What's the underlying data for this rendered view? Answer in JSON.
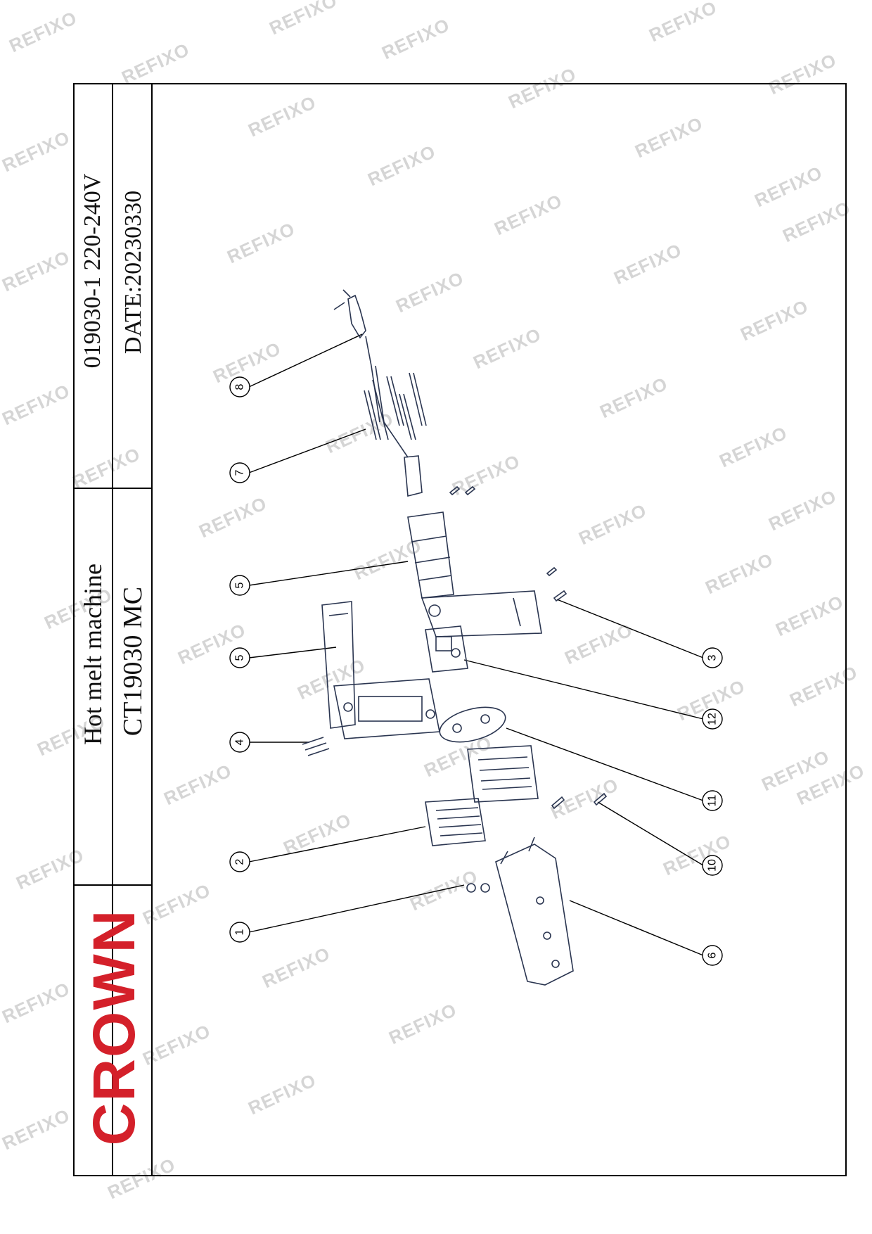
{
  "title_block": {
    "product_name": "Hot melt machine",
    "model": "CT19030 MC",
    "spec": "019030-1  220-240V",
    "date": "DATE:20230330"
  },
  "brand": {
    "logo_text": "CROWN",
    "color": "#d4202a"
  },
  "watermark": "REFIXO",
  "callouts": [
    "1",
    "2",
    "3",
    "4",
    "5",
    "5",
    "6",
    "7",
    "8",
    "10",
    "11",
    "12"
  ],
  "colors": {
    "line": "#000000",
    "part": "#2a3550"
  }
}
